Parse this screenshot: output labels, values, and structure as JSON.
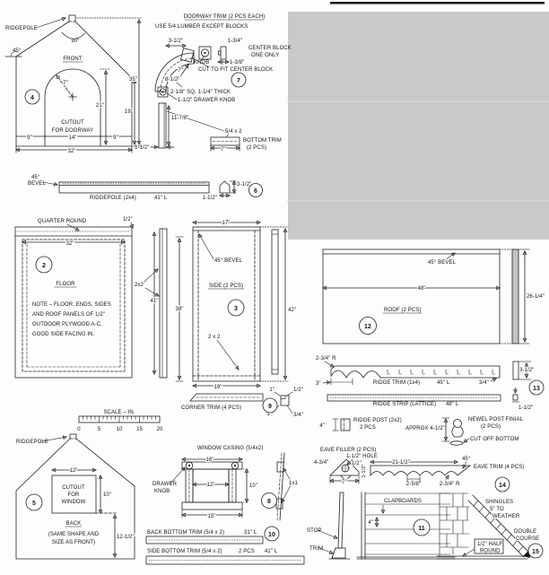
{
  "front": {
    "number": "4",
    "ridgepole": "RIDGEPOLE",
    "peak_angle": "90°",
    "eave_angle": "45°",
    "title": "FRONT",
    "arch_radius": "7\"",
    "door_height": "21\"",
    "overall_height": "35\"",
    "side_height": "19\"",
    "cutout_line1": "CUTOUT",
    "cutout_line2": "FOR DOORWAY",
    "dim_left": "9\"",
    "dim_mid": "14\"",
    "dim_right": "9\"",
    "width": "32\""
  },
  "doorway_trim": {
    "number": "7",
    "title": "DOORWAY TRIM (2 PCS EACH)",
    "subtitle": "USE 5/4 LUMBER EXCEPT BLOCKS",
    "dim_3_5": "3-1/2\"",
    "dim_1_75": "1-3/4\"",
    "center_block_1": "CENTER BLOCK",
    "center_block_2": "ONE ONLY",
    "knob": "KNOB",
    "dim_1_375": "1-3/8\"",
    "cut_note": "CUT TO FIT CENTER BLOCK",
    "dim_7": "7\"",
    "dim_8_5": "8-1/2\"",
    "block_note": "2-1/8\" SQ, 1-1/4\" THICK",
    "knob_note": "1-1/2\" DRAWER KNOB",
    "strip_len": "11-7/8\"",
    "strip_w": "1-1/2\"",
    "lumber": "5/4 x 2",
    "bottom_trim_1": "BOTTOM TRIM",
    "bottom_trim_2": "(2 PCS)",
    "bottom_len": "7\""
  },
  "ridgepole": {
    "number": "6",
    "bevel_1": "45°",
    "bevel_2": "BEVEL",
    "label": "RIDGEPOLE (2x4)",
    "length": "41\" L",
    "profile_w": "1-1/2\"",
    "profile_h": "3-1/2\""
  },
  "floor": {
    "number": "2",
    "quarter_round": "QUARTER ROUND",
    "dim_half": "1/2\"",
    "width": "32\"",
    "title": "FLOOR",
    "note_1": "NOTE – FLOOR, ENDS, SIDES",
    "note_2": "AND ROOF PANELS OF 1/2\"",
    "note_3": "OUTDOOR PLYWOOD A-C,",
    "note_4": "GOOD SIDE FACING IN.",
    "cleat": "2x2",
    "length": "41\""
  },
  "side": {
    "number": "3",
    "top_width": "17\"",
    "bevel": "45° BEVEL",
    "title": "SIDE (2 PCS)",
    "left_height": "38\"",
    "right_height": "42\"",
    "cleat": "2 x 2",
    "bottom_width": "19\""
  },
  "corner_trim": {
    "number": "9",
    "label": "CORNER TRIM (4 PCS)",
    "dim_1a": "1\"",
    "dim_half": "1/2\"",
    "dim_1b": "1\"",
    "dim_34": "3/4\""
  },
  "scale": {
    "label": "SCALE – IN.",
    "t0": "0",
    "t5": "5",
    "t10": "10",
    "t15": "15",
    "t20": "20"
  },
  "back": {
    "number": "5",
    "ridgepole": "RIDGEPOLE",
    "win_width": "12\"",
    "cutout_1": "CUTOUT",
    "cutout_2": "FOR",
    "cutout_3": "WINDOW",
    "win_height": "10\"",
    "title": "BACK",
    "note_1": "(SAME SHAPE AND",
    "note_2": "SIZE AS FRONT)",
    "bottom_dim": "12-1/2\""
  },
  "window_casing": {
    "number": "8",
    "title": "WINDOW CASING (5/4x2)",
    "top_width": "16\"",
    "drawer_1": "DRAWER",
    "drawer_2": "KNOB",
    "inner_width": "12\"",
    "side_height": "10\"",
    "bottom_width": "15\"",
    "stock": "1x1"
  },
  "bottom_trim": {
    "number": "10",
    "back_label": "BACK BOTTOM TRIM (5/4 x 2)",
    "back_len": "31\" L",
    "side_label": "SIDE BOTTOM TRIM (5/4 x 2)",
    "side_qty": "2 PCS",
    "side_len": "41\" L"
  },
  "roof": {
    "number": "12",
    "bevel": "45° BEVEL",
    "width": "48\"",
    "title": "ROOF (2 PCS)",
    "depth": "26-1/4\""
  },
  "ridge": {
    "number": "13",
    "radius": "2-3/4\" R",
    "dim_3": "3\"",
    "trim_label": "RIDGE TRIM (1x4)",
    "trim_len": "45\" L",
    "dim_34": "3/4\"",
    "profile_h": "3-1/2\"",
    "strip_label": "RIDGE STRIP (LATTICE)",
    "strip_len": "48\" L",
    "strip_h": "1-1/2\""
  },
  "ridge_post": {
    "label": "RIDGE POST (2x2)",
    "qty": "2 PCS",
    "dim": "4\""
  },
  "finial": {
    "approx": "APPROX 4-1/2\"",
    "label_1": "NEWEL POST FINIAL",
    "label_2": "(2 PCS)",
    "note": "CUT OFF BOTTOM"
  },
  "eave": {
    "number": "14",
    "filler_label": "EAVE FILLER (2 PCS)",
    "hole": "1-1/2\" HOLE",
    "dim_475": "4-3/4\"",
    "dim_half": "1/2\"",
    "dim_7": "7\"",
    "trim_h": "1-1/2\"",
    "dim_215": "21-1/2\"",
    "angle": "45°",
    "trim_label": "EAVE TRIM (4 PCS)",
    "dim_258": "2-5/8\"",
    "radius": "2-3/4\" R"
  },
  "siding": {
    "number": "11",
    "stop": "STOP",
    "trim": "TRIM",
    "clapboards": "CLAPBOARDS",
    "exposure": "4\""
  },
  "shingles": {
    "number": "15",
    "label_1": "SHINGLES",
    "label_2": "5\" TO",
    "label_3": "WEATHER",
    "double_1": "DOUBLE",
    "double_2": "COURSE",
    "half_round_1": "1/2\" HALF",
    "half_round_2": "ROUND"
  }
}
